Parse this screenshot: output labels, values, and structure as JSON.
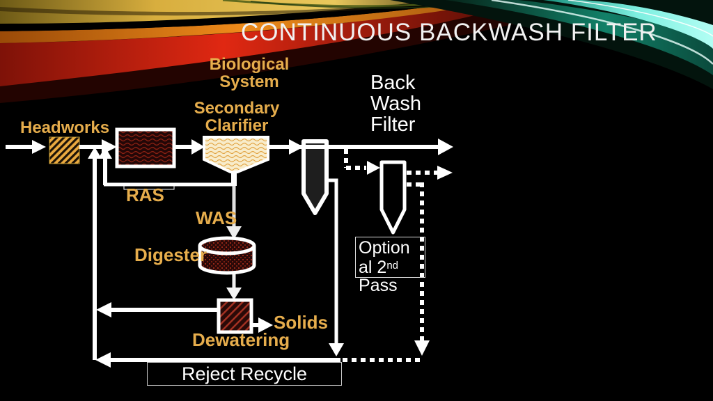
{
  "slide": {
    "title": "CONTINUOUS BACKWASH FILTER"
  },
  "colors": {
    "background": "#000000",
    "label_gold": "#E6AD4C",
    "diagram_white": "#FFFFFF",
    "clarifier_fill": "#F8ECCA",
    "sludge_fill": "#2A0A08",
    "headworks_fill": "#EAA93F",
    "swoosh_red": "#D42310",
    "swoosh_orange": "#EE8A1A",
    "swoosh_gold": "#D8AE3E",
    "swoosh_teal": "#7DEFE0"
  },
  "process_labels": {
    "headworks": "Headworks",
    "biological_system": {
      "line1": "Biological",
      "line2": "System"
    },
    "secondary_clarifier": {
      "line1": "Secondary",
      "line2": "Clarifier"
    },
    "back_wash_filter": {
      "line1": "Back",
      "line2": "Wash",
      "line3": "Filter"
    },
    "ras": "RAS",
    "was": "WAS",
    "digester": "Digester",
    "dewatering": "Dewatering",
    "solids": "Solids",
    "optional_pass": {
      "line1": "Option",
      "line2_base": "al 2",
      "line2_sup": "nd",
      "line3": "Pass"
    },
    "reject_recycle": "Reject Recycle"
  }
}
